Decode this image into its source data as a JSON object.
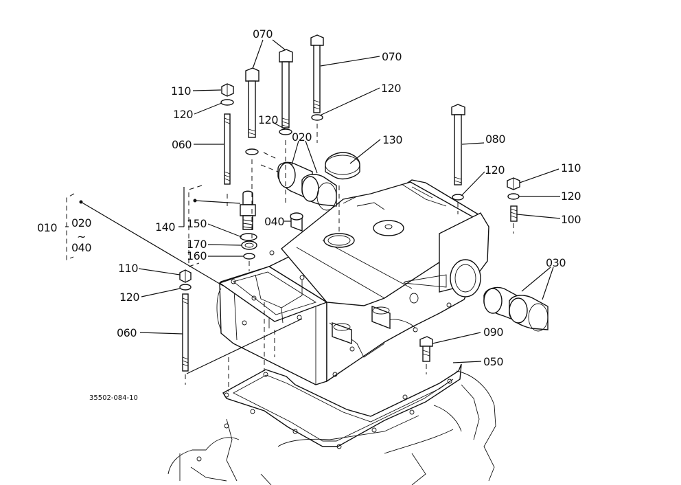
{
  "callouts": {
    "c010": "010",
    "c020": "020",
    "c040": "040",
    "c020_top": "020",
    "c030": "030",
    "c040_mid": "040",
    "c050": "050",
    "c060_top": "060",
    "c060_bottom": "060",
    "c070_top": "070",
    "c070_right": "070",
    "c080": "080",
    "c090": "090",
    "c100": "100",
    "c110_topleft": "110",
    "c110_right": "110",
    "c110_bottomleft": "110",
    "c120_topleft": "120",
    "c120_mid": "120",
    "c120_top": "120",
    "c120_center": "120",
    "c120_right": "120",
    "c120_bottomleft": "120",
    "c130": "130",
    "c140": "140",
    "c150": "150",
    "c160": "160",
    "c170": "170"
  },
  "range_mark": "~",
  "drawing_code": "35502-084-10"
}
